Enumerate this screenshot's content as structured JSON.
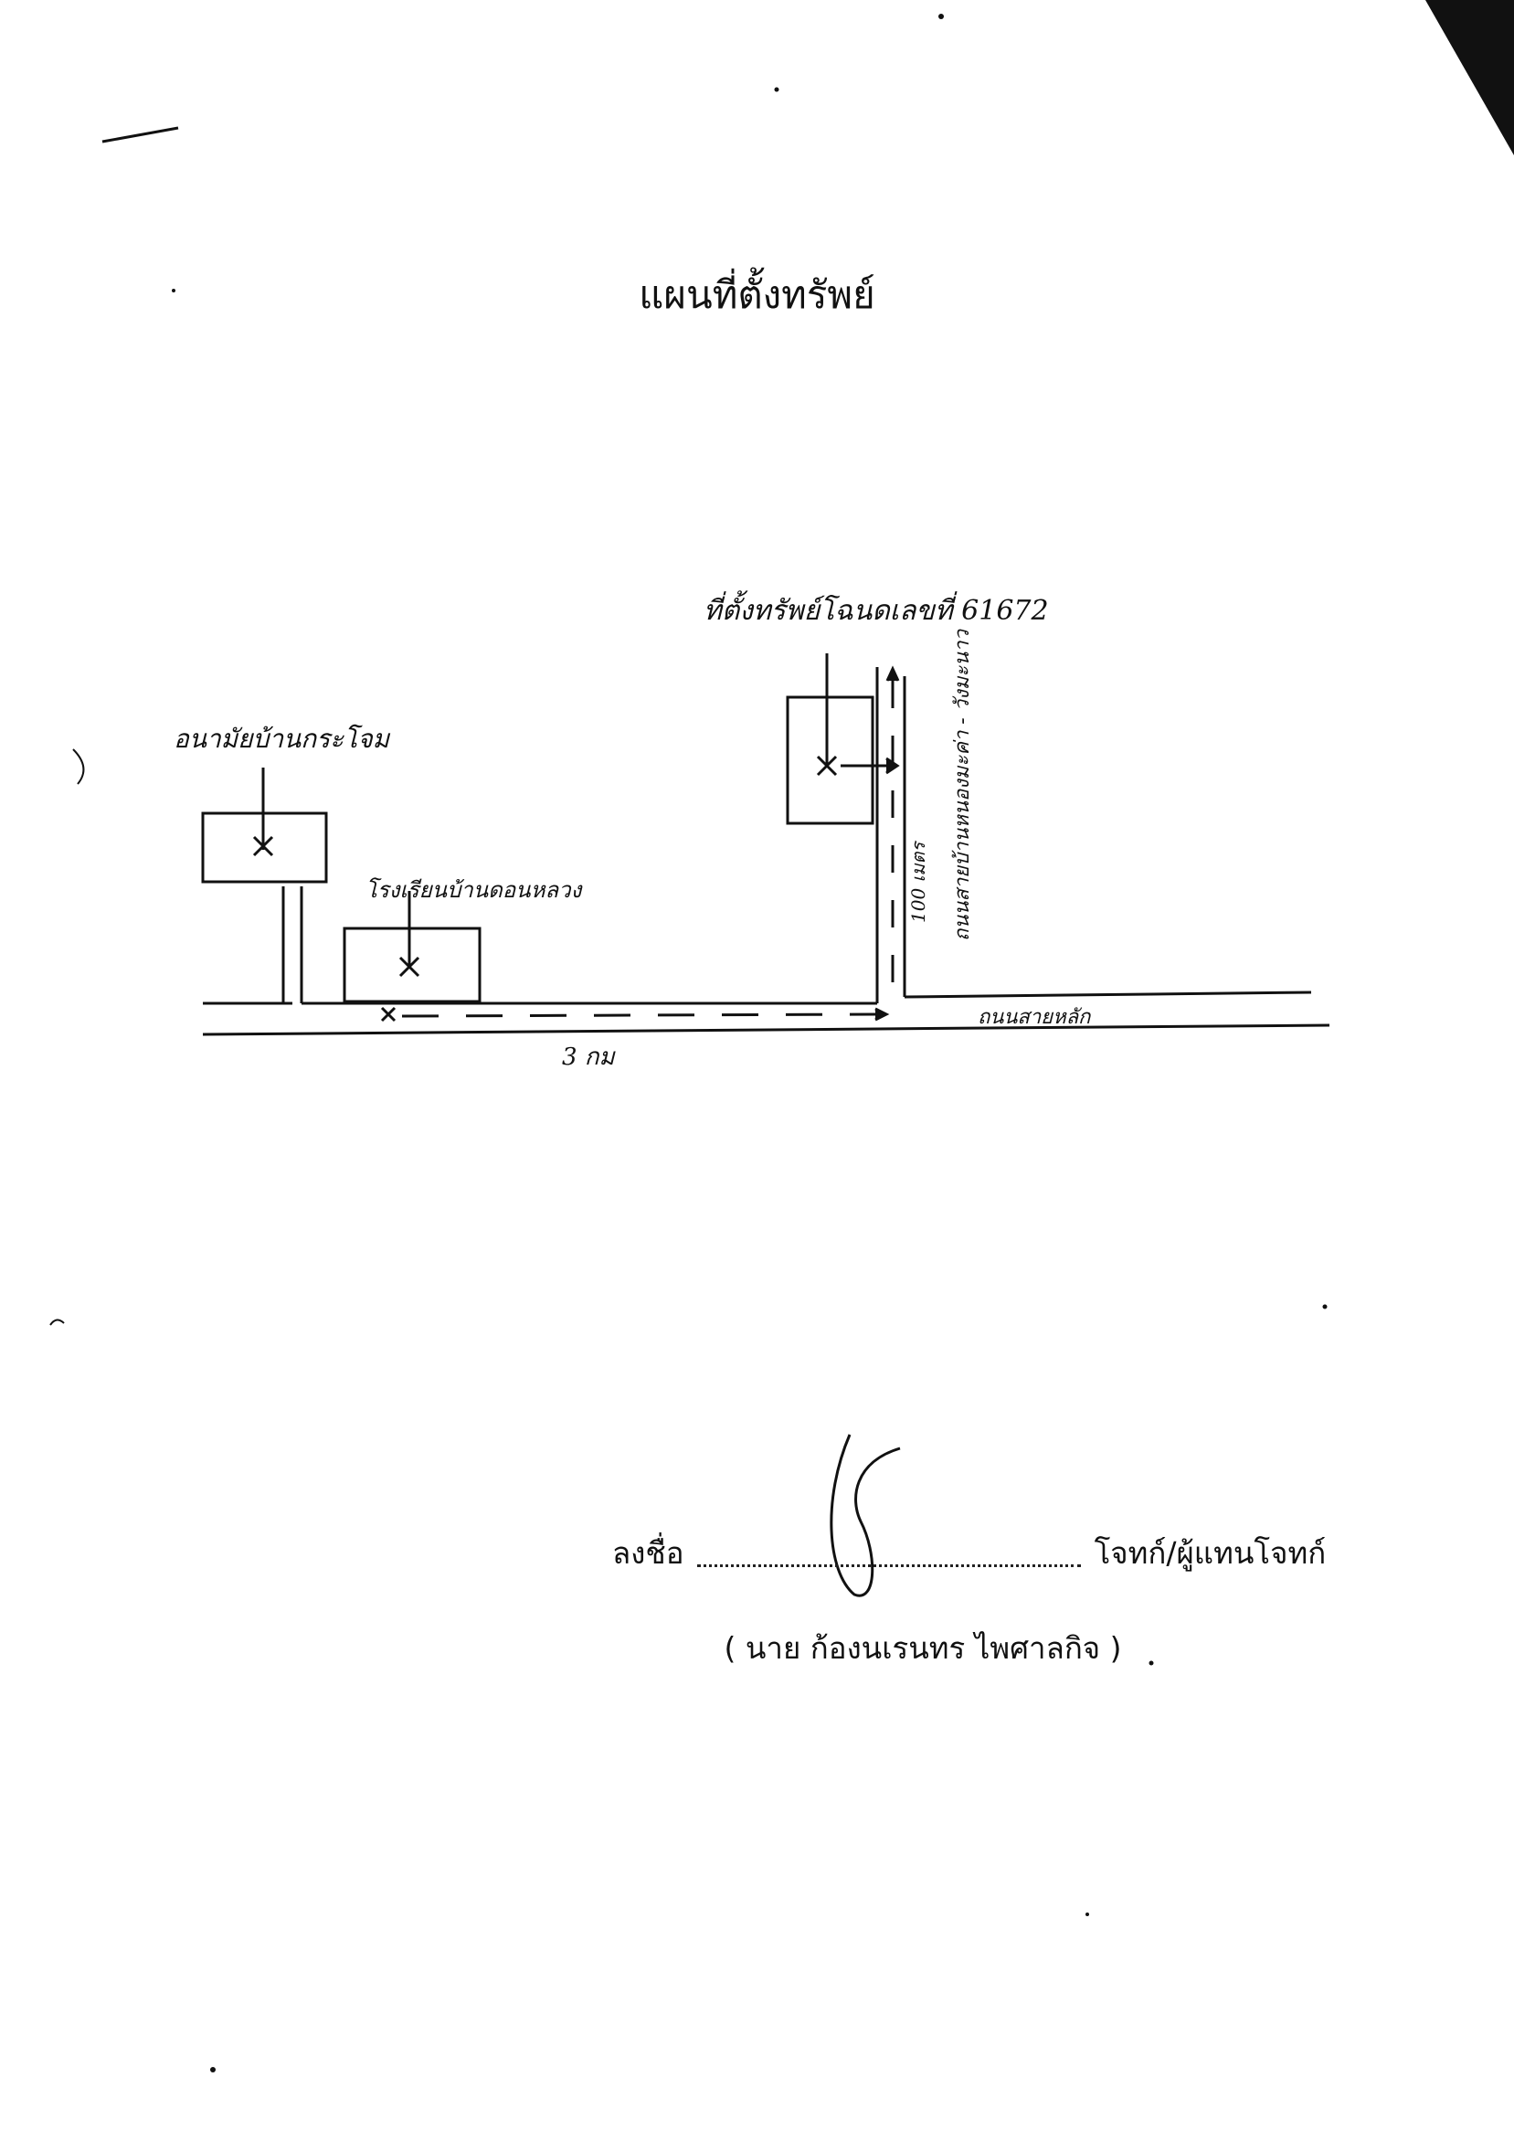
{
  "document": {
    "title": "แผนที่ตั้งทรัพย์"
  },
  "map": {
    "labels": {
      "left_building": "อนามัยบ้านกระโจม",
      "middle_building": "โรงเรียนบ้านดอนหลวง",
      "property": "ที่ตั้งทรัพย์โฉนดเลขที่ 61672",
      "side_road": "ถนนสายบ้านหนองมะค่า - วังมะนาว",
      "distance_side": "100 เมตร",
      "main_road": "ถนนสายหลัก",
      "distance_main": "3 กม"
    }
  },
  "signature": {
    "label": "ลงชื่อ",
    "role": "โจทก์/ผู้แทนโจทก์",
    "name": "( นาย ก้องนเรนทร ไพศาลกิจ )"
  }
}
